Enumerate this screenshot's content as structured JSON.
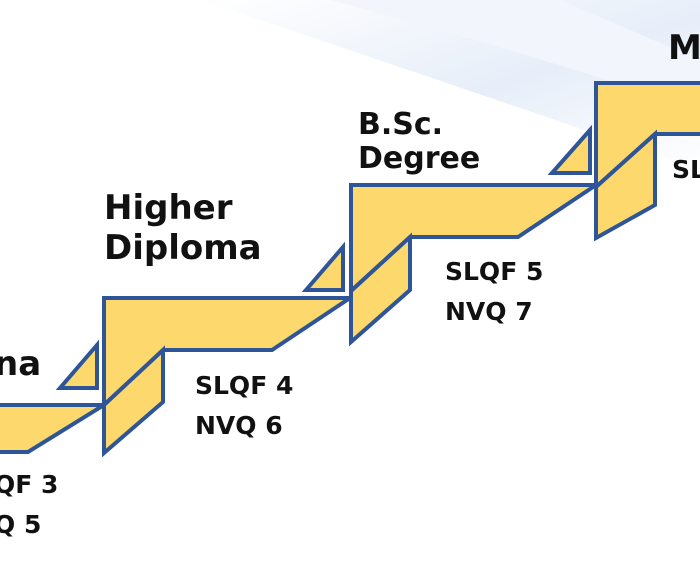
{
  "colors": {
    "step_fill": "#fdd86c",
    "step_stroke": "#2e5597",
    "sky": "#dbe7f6"
  },
  "steps": [
    {
      "title_lines": [
        "na"
      ],
      "codes": [
        "QF 3",
        "Q 5"
      ]
    },
    {
      "title_lines": [
        "Higher",
        "Diploma"
      ],
      "codes": [
        "SLQF 4",
        "NVQ 6"
      ]
    },
    {
      "title_lines": [
        "B.Sc.",
        "Degree"
      ],
      "codes": [
        "SLQF 5",
        "NVQ 7"
      ]
    },
    {
      "title_lines": [
        "M"
      ],
      "codes": [
        "SL"
      ]
    }
  ]
}
